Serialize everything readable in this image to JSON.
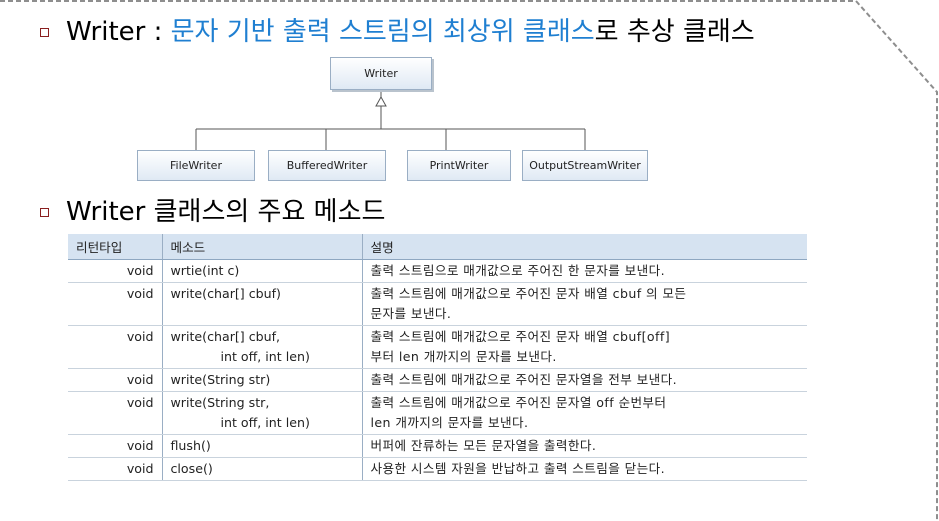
{
  "heading1": {
    "prefix": "Writer : ",
    "highlight": "문자 기반 출력 스트림의 최상위 클래스",
    "suffix": "로 추상 클래스"
  },
  "diagram": {
    "parent": "Writer",
    "children": [
      "FileWriter",
      "BufferedWriter",
      "PrintWriter",
      "OutputStreamWriter"
    ]
  },
  "heading2": "Writer 클래스의 주요 메소드",
  "table": {
    "headers": [
      "리턴타입",
      "메소드",
      "설명"
    ],
    "rows": [
      {
        "ret": "void",
        "m1": "wrtie(int c)",
        "m2": "",
        "d1": "출력 스트림으로 매개값으로 주어진 한 문자를 보낸다.",
        "d2": ""
      },
      {
        "ret": "void",
        "m1": "write(char[] cbuf)",
        "m2": "",
        "d1": "출력 스트림에 매개값으로 주어진 문자 배열 cbuf 의 모든",
        "d2": "문자를 보낸다."
      },
      {
        "ret": "void",
        "m1": "write(char[] cbuf,",
        "m2": "int off, int len)",
        "d1": "출력 스트림에 매개값으로 주어진 문자 배열 cbuf[off]",
        "d2": "부터 len 개까지의 문자를 보낸다."
      },
      {
        "ret": "void",
        "m1": "write(String str)",
        "m2": "",
        "d1": "출력 스트림에 매개값으로 주어진 문자열을 전부 보낸다.",
        "d2": ""
      },
      {
        "ret": "void",
        "m1": "write(String str,",
        "m2": "int off, int len)",
        "d1": "출력 스트림에 매개값으로 주어진 문자열 off 순번부터",
        "d2": "len 개까지의 문자를 보낸다."
      },
      {
        "ret": "void",
        "m1": "flush()",
        "m2": "",
        "d1": "버퍼에 잔류하는 모든 문자열을 출력한다.",
        "d2": ""
      },
      {
        "ret": "void",
        "m1": "close()",
        "m2": "",
        "d1": "사용한 시스템 자원을 반납하고 출력 스트림을 닫는다.",
        "d2": ""
      }
    ]
  }
}
